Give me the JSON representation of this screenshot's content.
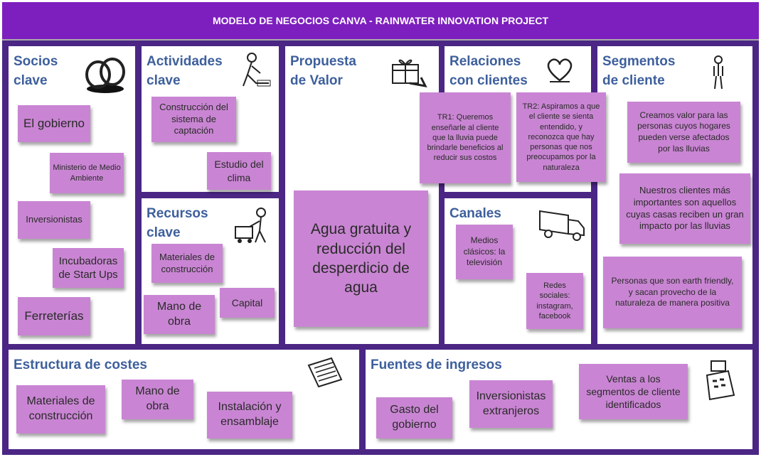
{
  "header": {
    "title": "MODELO DE NEGOCIOS CANVA - RAINWATER INNOVATION PROJECT"
  },
  "colors": {
    "header": "#7d1fbe",
    "board": "#4b2685",
    "note": "#c985d3",
    "heading": "#3d5f9c"
  },
  "sections": {
    "socios": {
      "title_1": "Socios",
      "title_2": "clave",
      "icon": "rings-icon",
      "notes": [
        "El gobierno",
        "Ministerio de Medio Ambiente",
        "Inversionistas",
        "Incubadoras de Start Ups",
        "Ferreterías"
      ]
    },
    "actividades": {
      "title_1": "Actividades",
      "title_2": "clave",
      "icon": "worker-icon",
      "notes": [
        "Construcción del sistema de captación",
        "Estudio del clima"
      ]
    },
    "recursos": {
      "title_1": "Recursos",
      "title_2": "clave",
      "icon": "cart-worker-icon",
      "notes": [
        "Materiales de construcción",
        "Capital",
        "Mano de obra"
      ]
    },
    "propuesta": {
      "title_1": "Propuesta",
      "title_2": "de Valor",
      "icon": "gift-icon",
      "notes": [
        "Agua gratuita y reducción del desperdicio de agua"
      ]
    },
    "relaciones": {
      "title_1": "Relaciones",
      "title_2": "con clientes",
      "icon": "heart-icon",
      "notes": [
        "TR1: Queremos enseñarle al cliente que la lluvia puede brindarle beneficios al reducir sus costos",
        "TR2: Aspiramos a que el cliente se sienta entendido, y reconozca que hay personas que nos preocupamos por la naturaleza"
      ]
    },
    "canales": {
      "title_1": "Canales",
      "icon": "truck-icon",
      "notes": [
        "Medios clásicos: la televisión",
        "Redes sociales: instagram, facebook"
      ]
    },
    "segmentos": {
      "title_1": "Segmentos",
      "title_2": "de cliente",
      "icon": "person-icon",
      "notes": [
        "Creamos valor para las personas cuyos hogares pueden verse afectados por las lluvias",
        "Nuestros clientes más importantes son aquellos cuyas casas reciben un gran impacto por las lluvias",
        "Personas que son earth friendly, y sacan provecho de la naturaleza de manera positiva"
      ]
    },
    "costes": {
      "title_1": "Estructura de costes",
      "icon": "receipt-icon",
      "notes": [
        "Materiales de construcción",
        "Mano de obra",
        "Instalación y ensamblaje"
      ]
    },
    "ingresos": {
      "title_1": "Fuentes de ingresos",
      "icon": "cash-register-icon",
      "notes": [
        "Gasto del gobierno",
        "Inversionistas extranjeros",
        "Ventas a los segmentos de cliente identificados"
      ]
    }
  }
}
